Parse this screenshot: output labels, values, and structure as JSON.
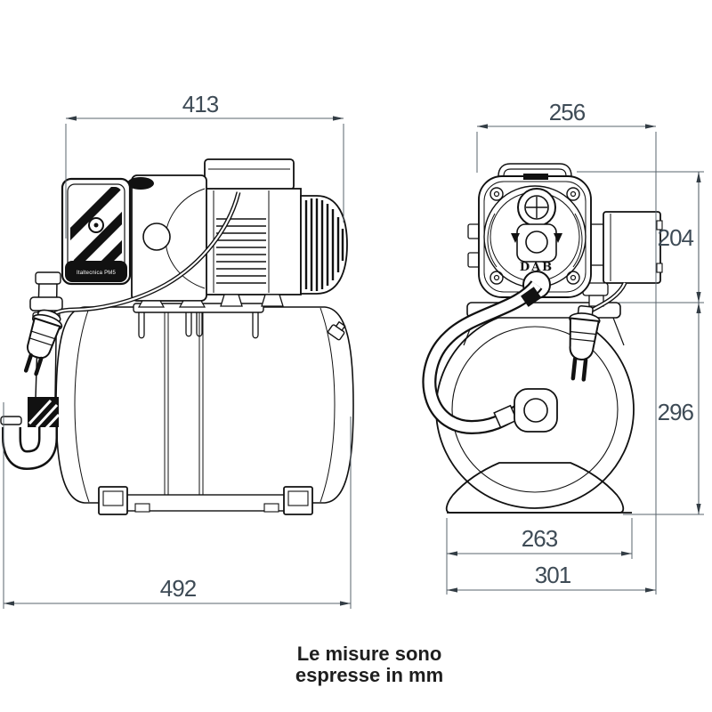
{
  "drawing": {
    "type": "technical-orthographic-views",
    "subject": "pressure booster pump set on horizontal tank",
    "units_note": {
      "line1": "Le misure sono",
      "line2": "espresse in mm"
    },
    "colors": {
      "background": "#ffffff",
      "drawing_line": "#111111",
      "dimension_line": "#5a646d",
      "dimension_text": "#3e4b56"
    }
  },
  "dimensions": {
    "side_view_pump_width": "413",
    "side_view_overall_width": "492",
    "end_view_top_width": "256",
    "end_view_pump_height": "204",
    "end_view_tank_height": "296",
    "end_view_base_inner_width": "263",
    "end_view_overall_depth": "301"
  },
  "labels": {
    "pump_brand": "DAB",
    "pressure_switch": "Italtecnica PM5"
  }
}
